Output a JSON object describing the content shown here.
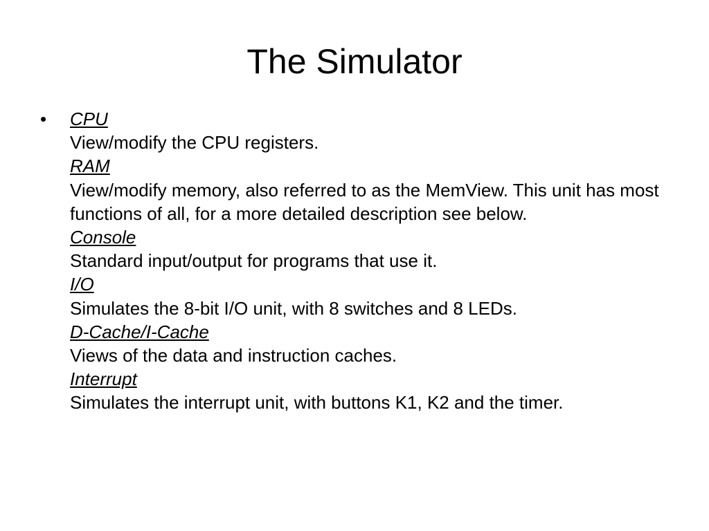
{
  "slide": {
    "title": "The Simulator",
    "bullet": "•",
    "items": [
      {
        "name": "CPU",
        "description": "View/modify the CPU registers."
      },
      {
        "name": "RAM",
        "description": "View/modify memory, also referred to as the MemView. This unit has most functions of all, for a more detailed description see below."
      },
      {
        "name": "Console",
        "description": "Standard input/output for programs that use it."
      },
      {
        "name": "I/O",
        "description": "Simulates the 8-bit I/O unit, with 8 switches and 8 LEDs."
      },
      {
        "name": "D-Cache/I-Cache",
        "description": "Views of the data and instruction caches."
      },
      {
        "name": "Interrupt",
        "description": "Simulates the interrupt unit, with buttons K1, K2 and the timer."
      }
    ]
  }
}
